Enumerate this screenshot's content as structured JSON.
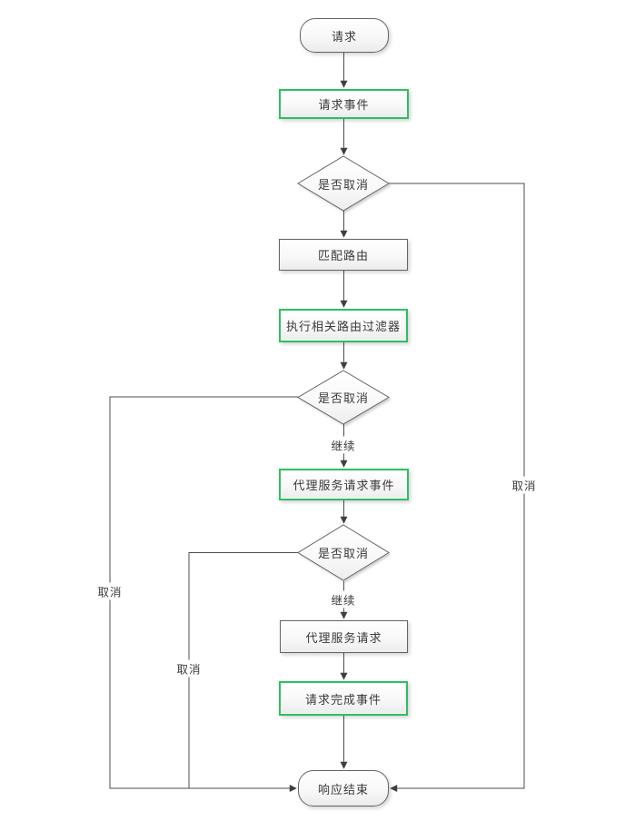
{
  "flowchart": {
    "start": {
      "label": "请求"
    },
    "request_event": {
      "label": "请求事件"
    },
    "decision1": {
      "label": "是否取消"
    },
    "match_route": {
      "label": "匹配路由"
    },
    "route_filters": {
      "label": "执行相关路由过滤器"
    },
    "decision2": {
      "label": "是否取消"
    },
    "proxy_request_event": {
      "label": "代理服务请求事件"
    },
    "decision3": {
      "label": "是否取消"
    },
    "proxy_request": {
      "label": "代理服务请求"
    },
    "request_complete_event": {
      "label": "请求完成事件"
    },
    "end": {
      "label": "响应结束"
    },
    "edge_labels": {
      "continue1": "继续",
      "continue2": "继续",
      "cancel_right": "取消",
      "cancel_left_outer": "取消",
      "cancel_left_inner": "取消"
    },
    "colors": {
      "event_highlight": "#2dbe60",
      "node_border": "#646464",
      "connector": "#4d4d4d",
      "text": "#3a3a3a"
    }
  }
}
